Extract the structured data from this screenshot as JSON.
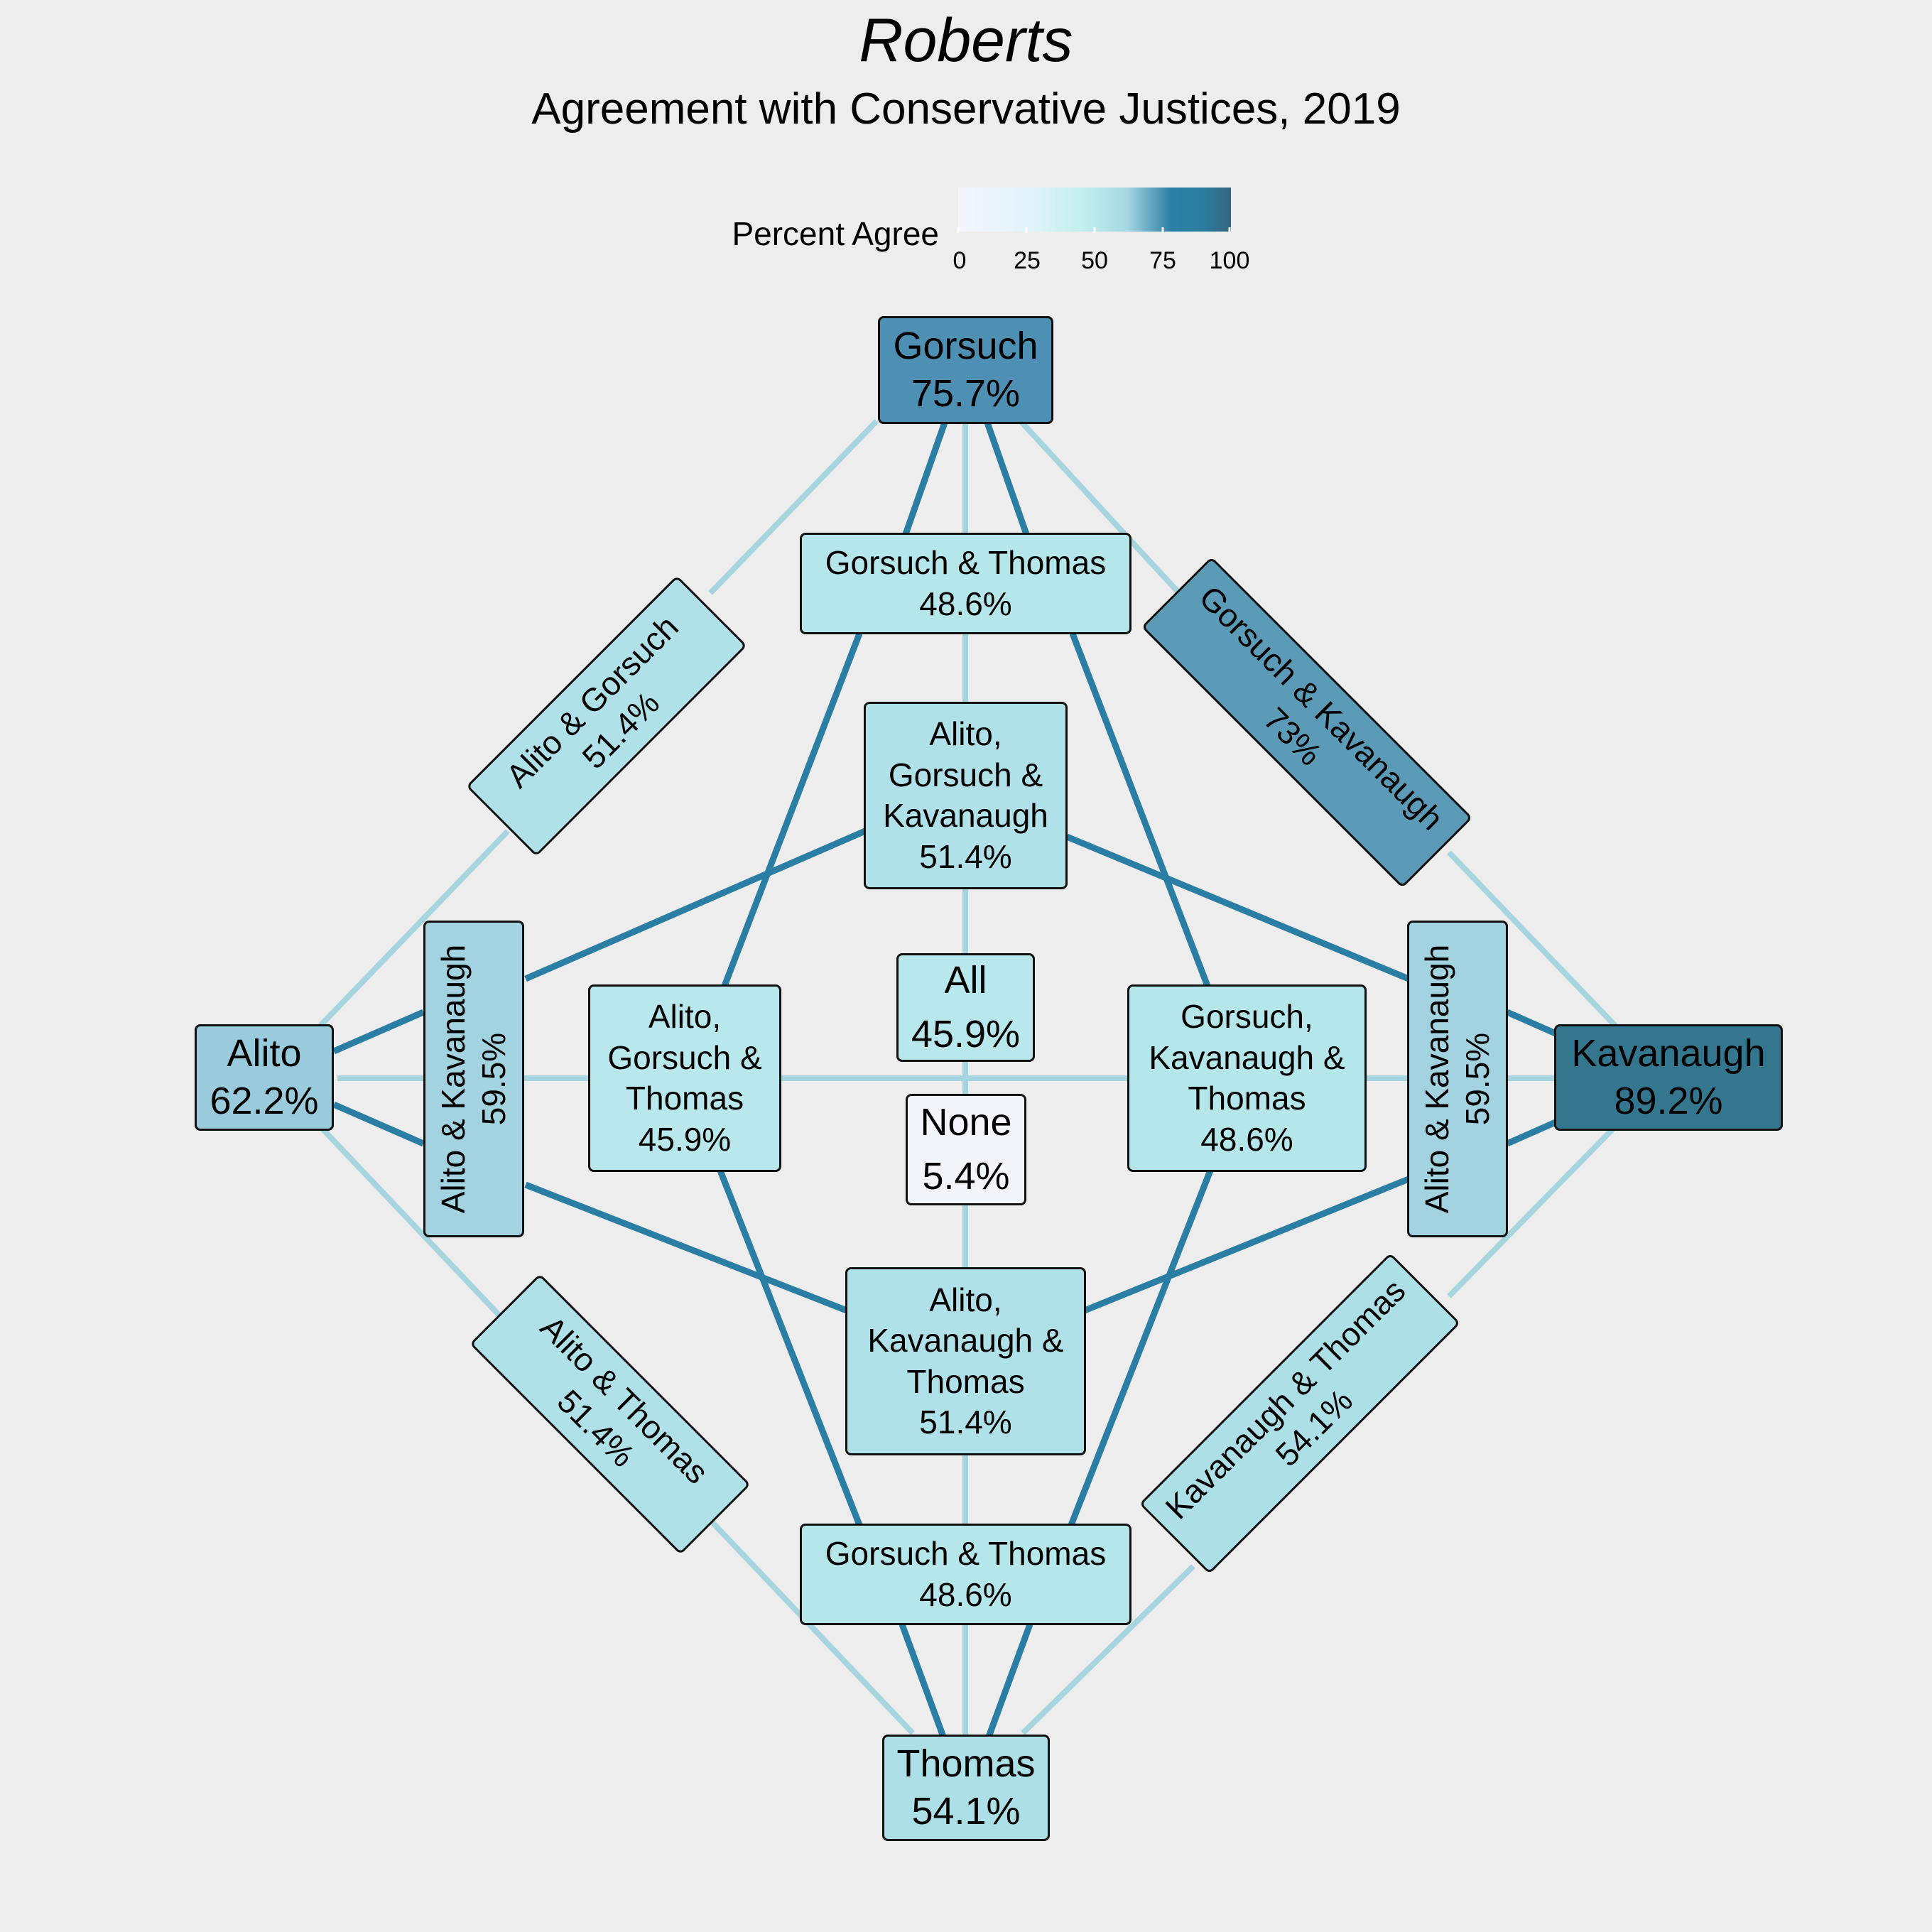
{
  "title": "Roberts",
  "subtitle": "Agreement with Conservative Justices, 2019",
  "legend": {
    "title": "Percent Agree",
    "ticks": [
      "0",
      "25",
      "50",
      "75",
      "100"
    ],
    "scale_colors": [
      "#f3f5fb",
      "#c2f0ef",
      "#a6d7e1",
      "#2b7fa5",
      "#33667c"
    ]
  },
  "edge_colors": {
    "light": "#a6d4df",
    "dark": "#2a7da3"
  },
  "nodes": {
    "gorsuch": {
      "label": "Gorsuch",
      "pct": "75.7%",
      "value": 75.7,
      "color": "#4d90b3"
    },
    "alito": {
      "label": "Alito",
      "pct": "62.2%",
      "value": 62.2,
      "color": "#99cbdc"
    },
    "kavanaugh": {
      "label": "Kavanaugh",
      "pct": "89.2%",
      "value": 89.2,
      "color": "#35768f"
    },
    "thomas": {
      "label": "Thomas",
      "pct": "54.1%",
      "value": 54.1,
      "color": "#acdfe6"
    },
    "gorsuch_thomas_top": {
      "label": "Gorsuch & Thomas",
      "pct": "48.6%",
      "value": 48.6,
      "color": "#b5e6ea"
    },
    "gorsuch_thomas_bottom": {
      "label": "Gorsuch & Thomas",
      "pct": "48.6%",
      "value": 48.6,
      "color": "#b5e6ea"
    },
    "alito_gorsuch": {
      "label": "Alito & Gorsuch",
      "pct": "51.4%",
      "value": 51.4,
      "color": "#b0e1e8"
    },
    "gorsuch_kavanaugh": {
      "label": "Gorsuch & Kavanaugh",
      "pct": "73%",
      "value": 73.0,
      "color": "#5b9bb7"
    },
    "alito_thomas": {
      "label": "Alito & Thomas",
      "pct": "51.4%",
      "value": 51.4,
      "color": "#b0e1e8"
    },
    "kavanaugh_thomas": {
      "label": "Kavanaugh & Thomas",
      "pct": "54.1%",
      "value": 54.1,
      "color": "#acdfe6"
    },
    "alito_kavanaugh_left": {
      "label": "Alito & Kavanaugh",
      "pct": "59.5%",
      "value": 59.5,
      "color": "#a3d3e0"
    },
    "alito_kavanaugh_right": {
      "label": "Alito & Kavanaugh",
      "pct": "59.5%",
      "value": 59.5,
      "color": "#a3d3e0"
    },
    "alito_gorsuch_kavanaugh": {
      "label": "Alito,\nGorsuch &\nKavanaugh",
      "pct": "51.4%",
      "value": 51.4,
      "color": "#b0e1e8"
    },
    "alito_gorsuch_thomas": {
      "label": "Alito,\nGorsuch &\nThomas",
      "pct": "45.9%",
      "value": 45.9,
      "color": "#b9e8ec"
    },
    "gorsuch_kavanaugh_thomas": {
      "label": "Gorsuch,\nKavanaugh &\nThomas",
      "pct": "48.6%",
      "value": 48.6,
      "color": "#b5e6ea"
    },
    "alito_kavanaugh_thomas": {
      "label": "Alito,\nKavanaugh &\nThomas",
      "pct": "51.4%",
      "value": 51.4,
      "color": "#b0e1e8"
    },
    "all": {
      "label": "All",
      "pct": "45.9%",
      "value": 45.9,
      "color": "#b9e8ec"
    },
    "none": {
      "label": "None",
      "pct": "5.4%",
      "value": 5.4,
      "color": "#f2f5f9"
    }
  }
}
